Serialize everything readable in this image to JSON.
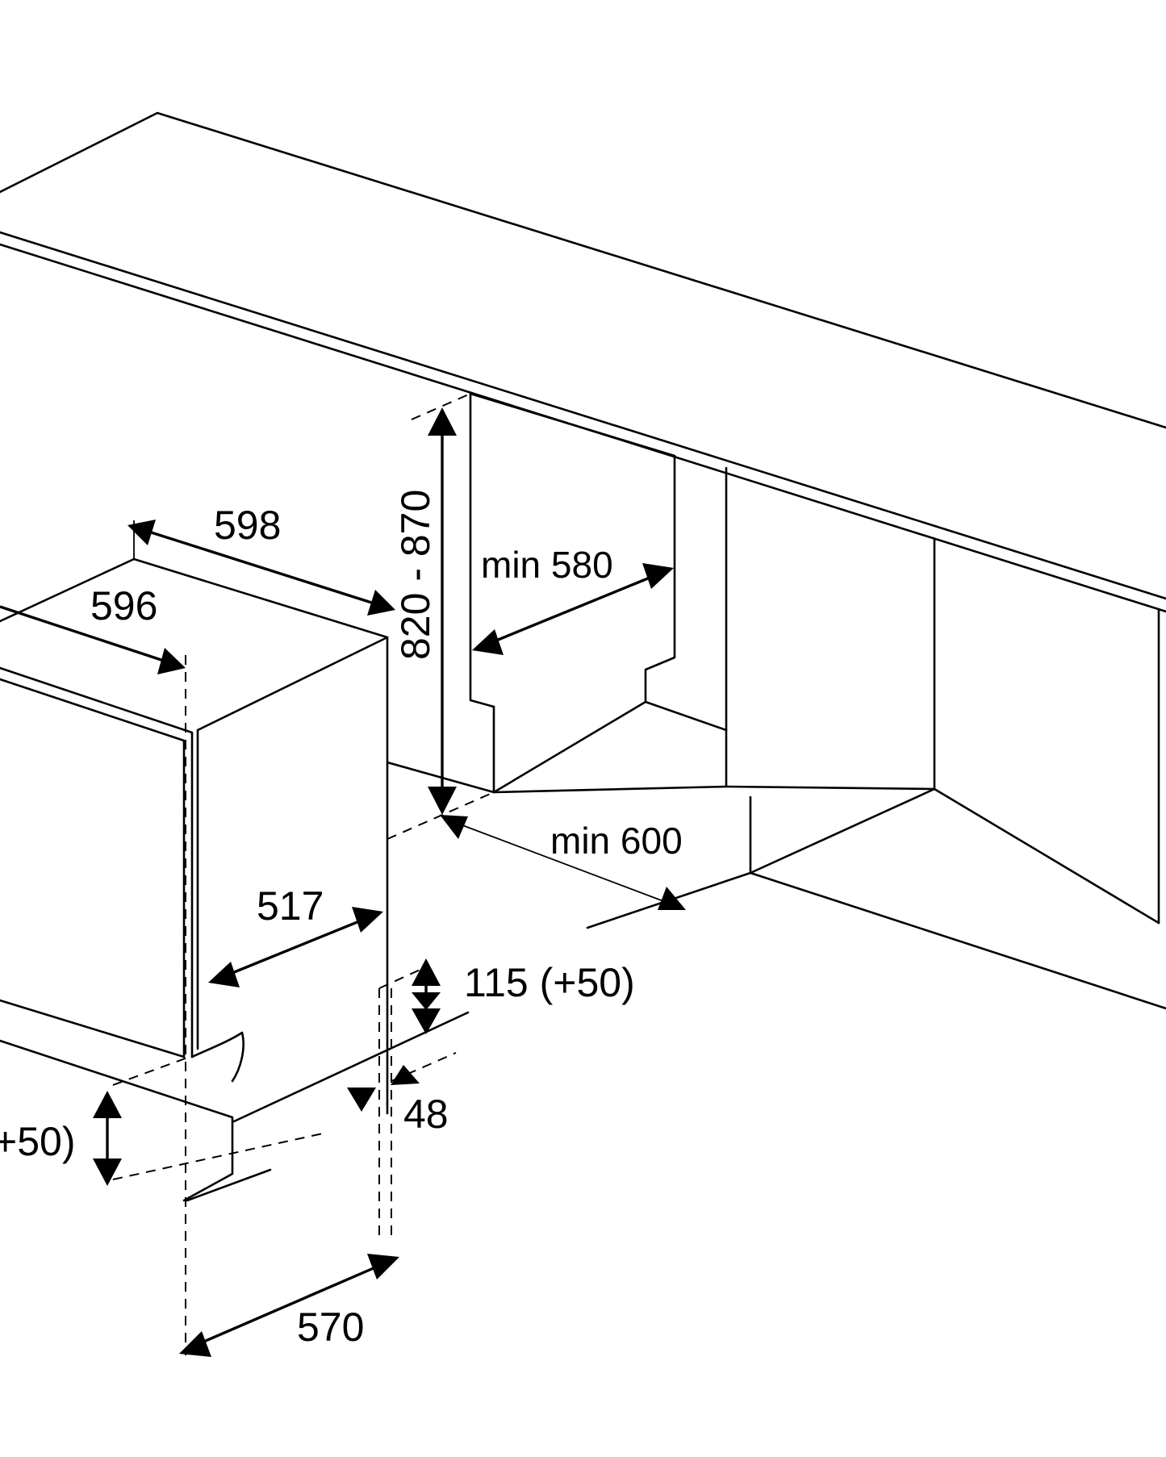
{
  "dimensions": {
    "unit_width_outer": "598",
    "unit_width_inner": "596",
    "niche_height": "820 - 870",
    "niche_width_min": "min 580",
    "niche_depth_min": "min 600",
    "door_depth": "517",
    "plinth_height_right": "115 (+50)",
    "plinth_height_left": "+50)",
    "plinth_offset": "48",
    "plinth_depth": "570"
  },
  "colors": {
    "line": "#000000",
    "background": "#ffffff"
  }
}
